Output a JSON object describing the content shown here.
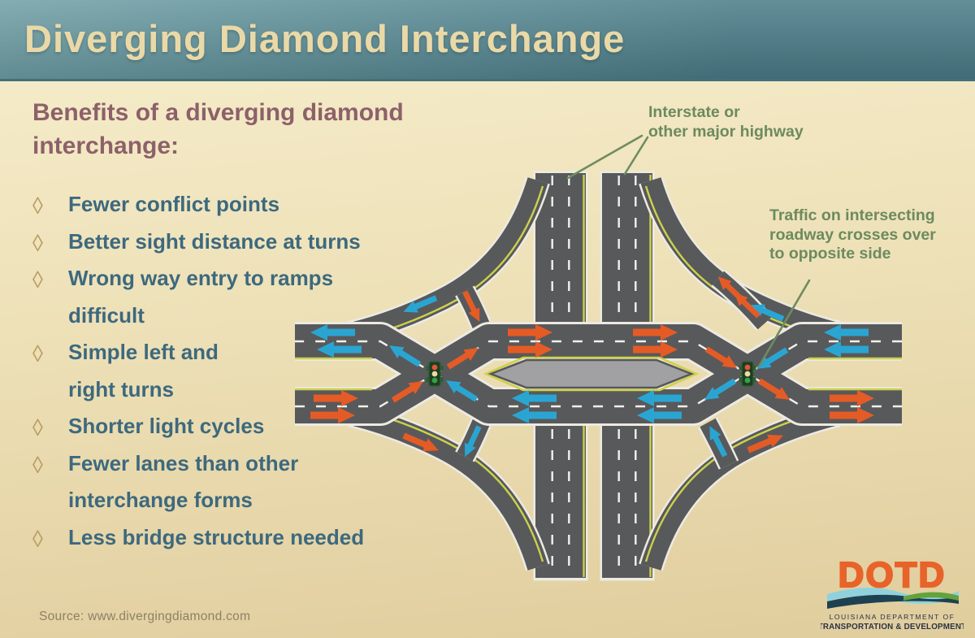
{
  "title": "Diverging Diamond Interchange",
  "benefits": {
    "heading": "Benefits of a diverging diamond interchange:",
    "bullet_glyph": "◊",
    "items": [
      {
        "lines": [
          "Fewer conflict points"
        ]
      },
      {
        "lines": [
          "Better sight distance at turns"
        ]
      },
      {
        "lines": [
          "Wrong way entry to ramps",
          "difficult"
        ]
      },
      {
        "lines": [
          "Simple left and",
          "right turns"
        ]
      },
      {
        "lines": [
          "Shorter light cycles"
        ]
      },
      {
        "lines": [
          "Fewer lanes than other",
          "interchange forms"
        ]
      },
      {
        "lines": [
          "Less bridge structure needed"
        ]
      }
    ]
  },
  "diagram": {
    "labels": {
      "highway_lines": [
        "Interstate or",
        "other major highway"
      ],
      "crossover_lines": [
        "Traffic on intersecting",
        "roadway crosses over",
        "to opposite side"
      ]
    },
    "legend": {
      "eastbound_arrow_color_meaning": "traffic flowing one direction (orange)",
      "westbound_arrow_color_meaning": "opposing traffic direction (blue)"
    }
  },
  "source": {
    "text": "Source: www.divergingdiamond.com"
  },
  "logo": {
    "name": "DOTD",
    "line1": "LOUISIANA DEPARTMENT OF",
    "line2": "TRANSPORTATION & DEVELOPMENT"
  },
  "colors": {
    "header_teal": "#4a7b87",
    "title_text": "#ead9a7",
    "background_cream": "#eee1b8",
    "heading_mauve": "#8d6169",
    "bullet_teal": "#3d697e",
    "bullet_diamond": "#b99c60",
    "label_green": "#6d8a5f",
    "source_gray": "#8d8166",
    "road_gray": "#58595b",
    "edge_yellow": "#ccd14b",
    "median_gray": "#a1a1a3",
    "eastbound_orange": "#e55b26",
    "westbound_blue": "#2aa5d2",
    "logo_orange": "#e8632a"
  }
}
